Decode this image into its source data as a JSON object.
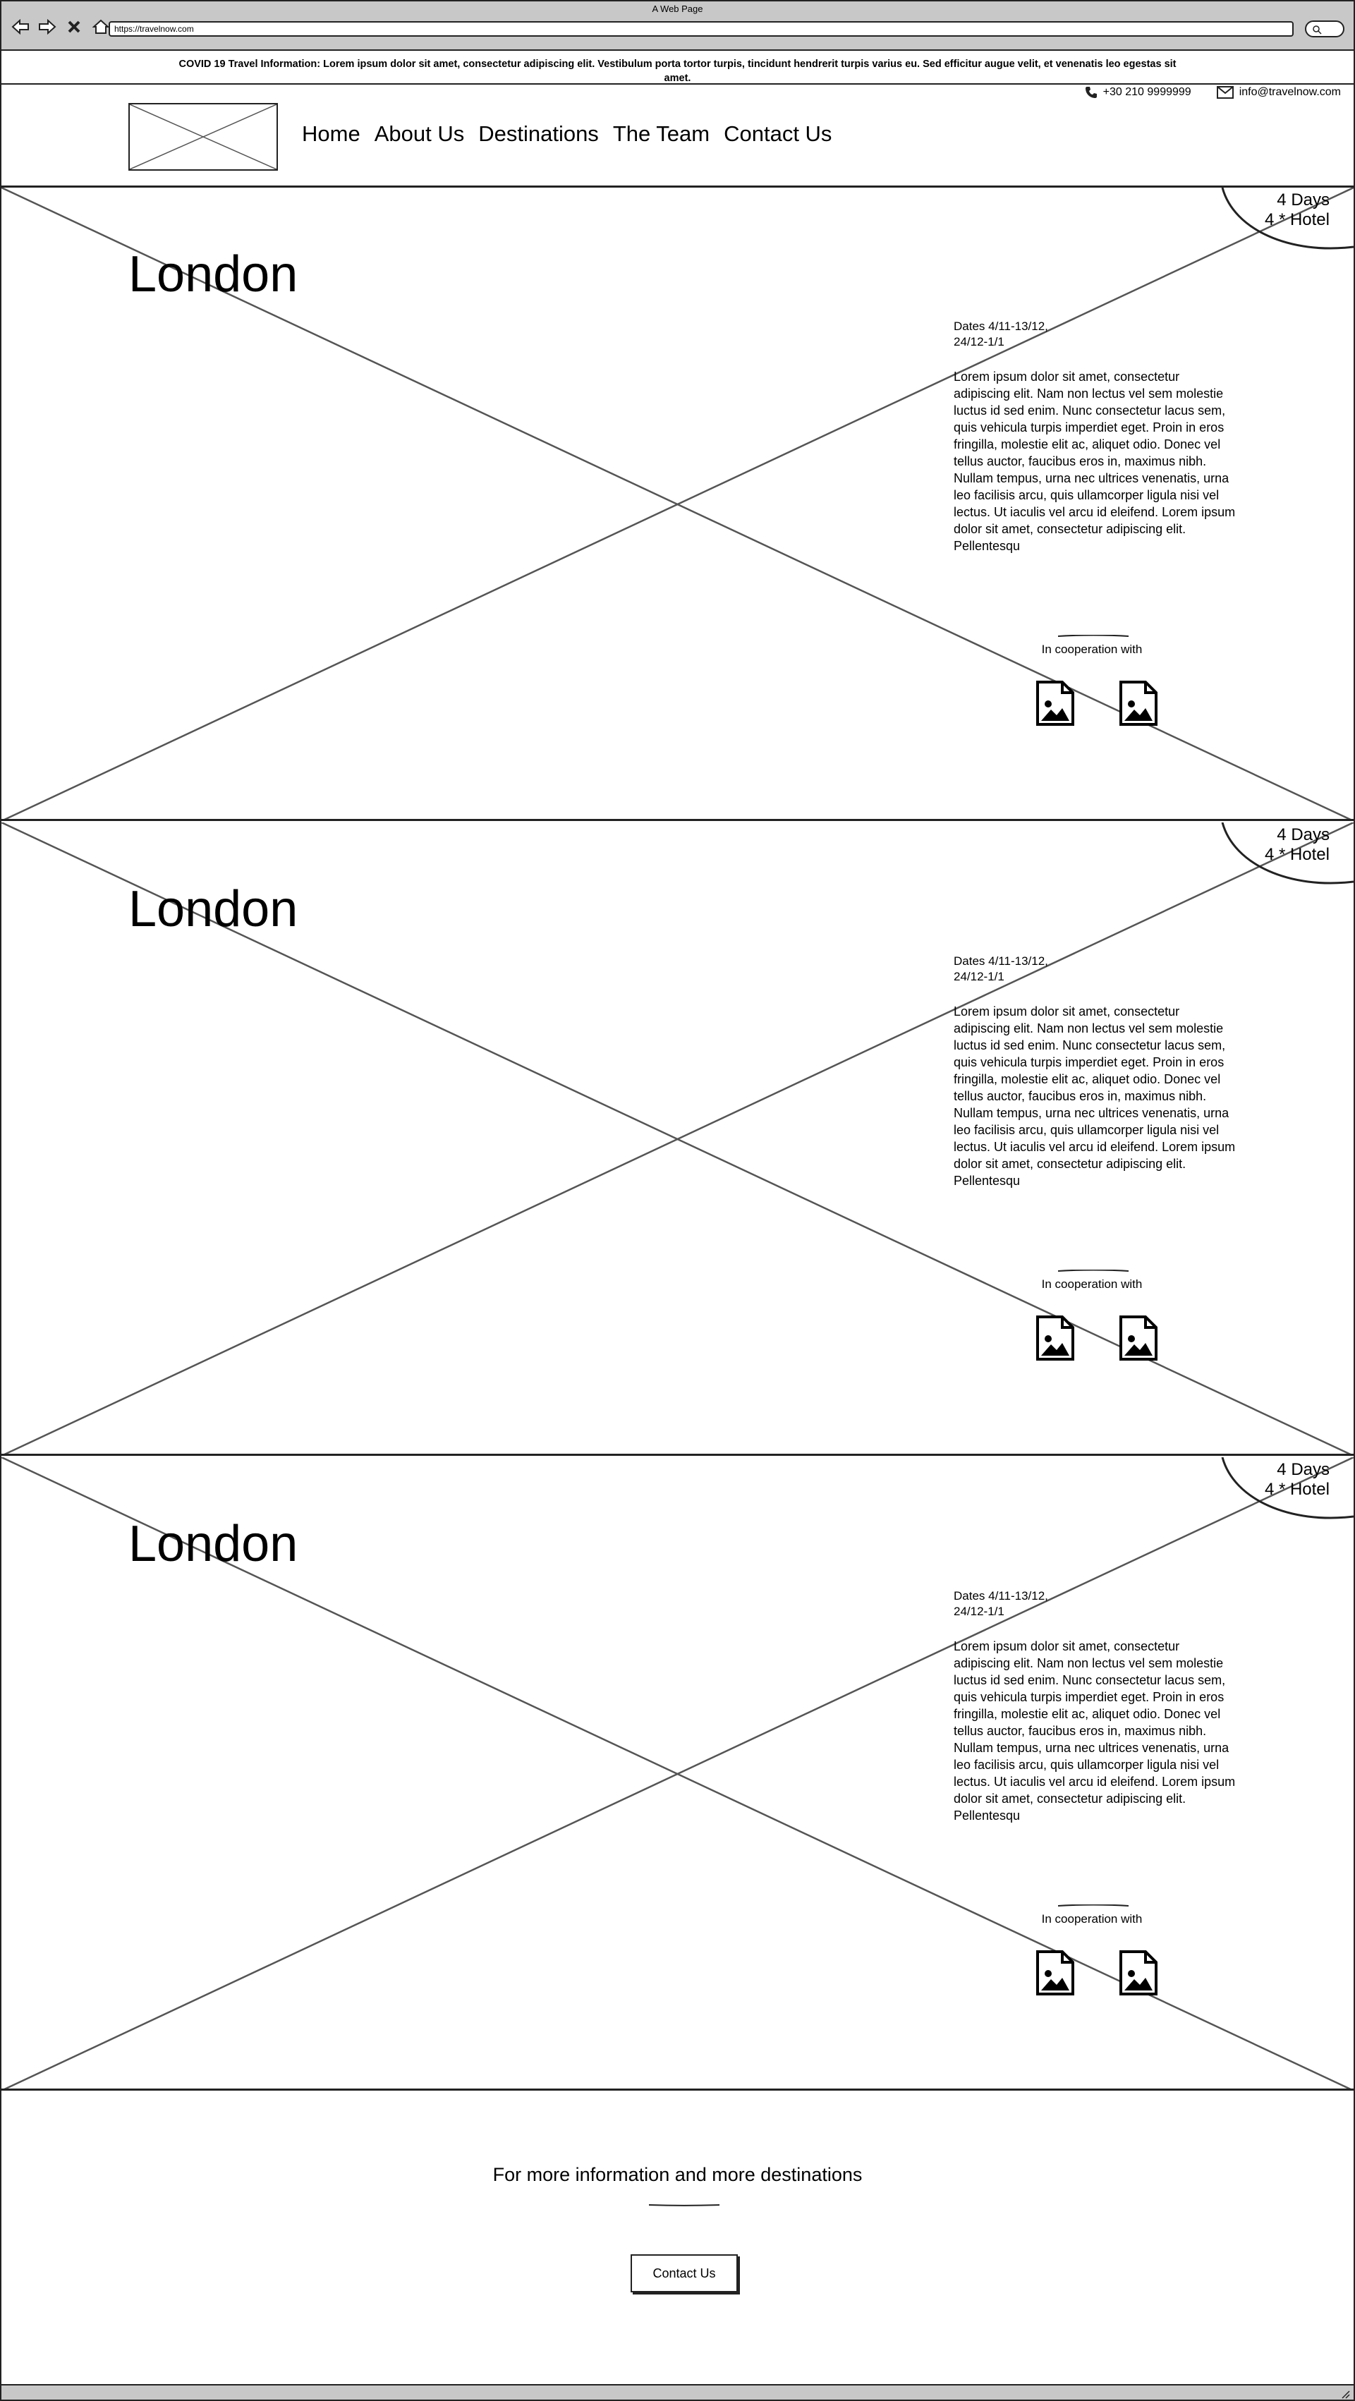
{
  "browser": {
    "window_title": "A Web Page",
    "url": "https://travelnow.com"
  },
  "covid_banner": "COVID 19 Travel Information: Lorem ipsum dolor sit amet, consectetur adipiscing elit. Vestibulum porta tortor turpis, tincidunt hendrerit turpis varius eu. Sed efficitur augue velit, et venenatis leo egestas sit amet.",
  "header": {
    "phone": "+30 210 9999999",
    "email": "info@travelnow.com",
    "nav": [
      "Home",
      "About Us",
      "Destinations",
      "The Team",
      "Contact Us"
    ]
  },
  "destinations": [
    {
      "city": "London",
      "badge_days": "4 Days",
      "badge_hotel": "4 * Hotel",
      "dates": "Dates 4/11-13/12, 24/12-1/1",
      "description": "Lorem ipsum dolor sit amet, consectetur adipiscing elit. Nam non lectus vel sem molestie luctus id sed enim. Nunc consectetur lacus sem, quis vehicula turpis imperdiet eget. Proin in eros fringilla, molestie elit ac, aliquet odio. Donec vel tellus auctor, faucibus eros in, maximus nibh. Nullam tempus, urna nec ultrices venenatis, urna leo facilisis arcu, quis ullamcorper ligula nisi vel lectus. Ut iaculis vel arcu id eleifend. Lorem ipsum dolor sit amet, consectetur adipiscing elit. Pellentesqu",
      "cooperation": "In cooperation with"
    },
    {
      "city": "London",
      "badge_days": "4 Days",
      "badge_hotel": "4 * Hotel",
      "dates": "Dates 4/11-13/12, 24/12-1/1",
      "description": "Lorem ipsum dolor sit amet, consectetur adipiscing elit. Nam non lectus vel sem molestie luctus id sed enim. Nunc consectetur lacus sem, quis vehicula turpis imperdiet eget. Proin in eros fringilla, molestie elit ac, aliquet odio. Donec vel tellus auctor, faucibus eros in, maximus nibh. Nullam tempus, urna nec ultrices venenatis, urna leo facilisis arcu, quis ullamcorper ligula nisi vel lectus. Ut iaculis vel arcu id eleifend. Lorem ipsum dolor sit amet, consectetur adipiscing elit. Pellentesqu",
      "cooperation": "In cooperation with"
    },
    {
      "city": "London",
      "badge_days": "4 Days",
      "badge_hotel": "4 * Hotel",
      "dates": "Dates 4/11-13/12, 24/12-1/1",
      "description": "Lorem ipsum dolor sit amet, consectetur adipiscing elit. Nam non lectus vel sem molestie luctus id sed enim. Nunc consectetur lacus sem, quis vehicula turpis imperdiet eget. Proin in eros fringilla, molestie elit ac, aliquet odio. Donec vel tellus auctor, faucibus eros in, maximus nibh. Nullam tempus, urna nec ultrices venenatis, urna leo facilisis arcu, quis ullamcorper ligula nisi vel lectus. Ut iaculis vel arcu id eleifend. Lorem ipsum dolor sit amet, consectetur adipiscing elit. Pellentesqu",
      "cooperation": "In cooperation with"
    }
  ],
  "footer": {
    "text": "For more information and more destinations",
    "button": "Contact Us"
  },
  "icons": {
    "back": "arrow-left-icon",
    "forward": "arrow-right-icon",
    "stop": "close-icon",
    "home": "home-icon",
    "search": "search-icon",
    "phone": "phone-icon",
    "email": "envelope-icon",
    "partner": "image-file-icon"
  },
  "colors": {
    "chrome": "#c8c8c8",
    "line": "#222222",
    "placeholder_cross": "#555555"
  }
}
